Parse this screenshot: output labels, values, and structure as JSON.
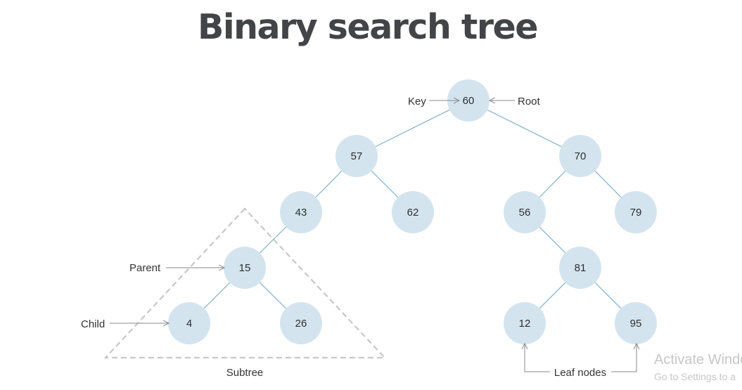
{
  "title": "Binary search tree",
  "colors": {
    "node_fill": "#d3e4ef",
    "edge": "#7fb0ce",
    "title": "#424448",
    "annotation_arrow": "#8a8a8a",
    "subtree_outline": "#c8c8c8"
  },
  "nodes": [
    {
      "id": "n60",
      "value": "60"
    },
    {
      "id": "n57",
      "value": "57"
    },
    {
      "id": "n70",
      "value": "70"
    },
    {
      "id": "n43",
      "value": "43"
    },
    {
      "id": "n62",
      "value": "62"
    },
    {
      "id": "n56",
      "value": "56"
    },
    {
      "id": "n79",
      "value": "79"
    },
    {
      "id": "n15",
      "value": "15"
    },
    {
      "id": "n81",
      "value": "81"
    },
    {
      "id": "n4",
      "value": "4"
    },
    {
      "id": "n26",
      "value": "26"
    },
    {
      "id": "n12",
      "value": "12"
    },
    {
      "id": "n95",
      "value": "95"
    }
  ],
  "edges": [
    [
      "n60",
      "n57"
    ],
    [
      "n60",
      "n70"
    ],
    [
      "n57",
      "n43"
    ],
    [
      "n57",
      "n62"
    ],
    [
      "n70",
      "n56"
    ],
    [
      "n70",
      "n79"
    ],
    [
      "n43",
      "n15"
    ],
    [
      "n56",
      "n81"
    ],
    [
      "n15",
      "n4"
    ],
    [
      "n15",
      "n26"
    ],
    [
      "n81",
      "n12"
    ],
    [
      "n81",
      "n95"
    ]
  ],
  "annotations": {
    "key": "Key",
    "root": "Root",
    "parent": "Parent",
    "child": "Child",
    "subtree": "Subtree",
    "leaf_nodes": "Leaf nodes"
  },
  "watermark": {
    "line1": "Activate Windo",
    "line2": "Go to Settings to a"
  }
}
